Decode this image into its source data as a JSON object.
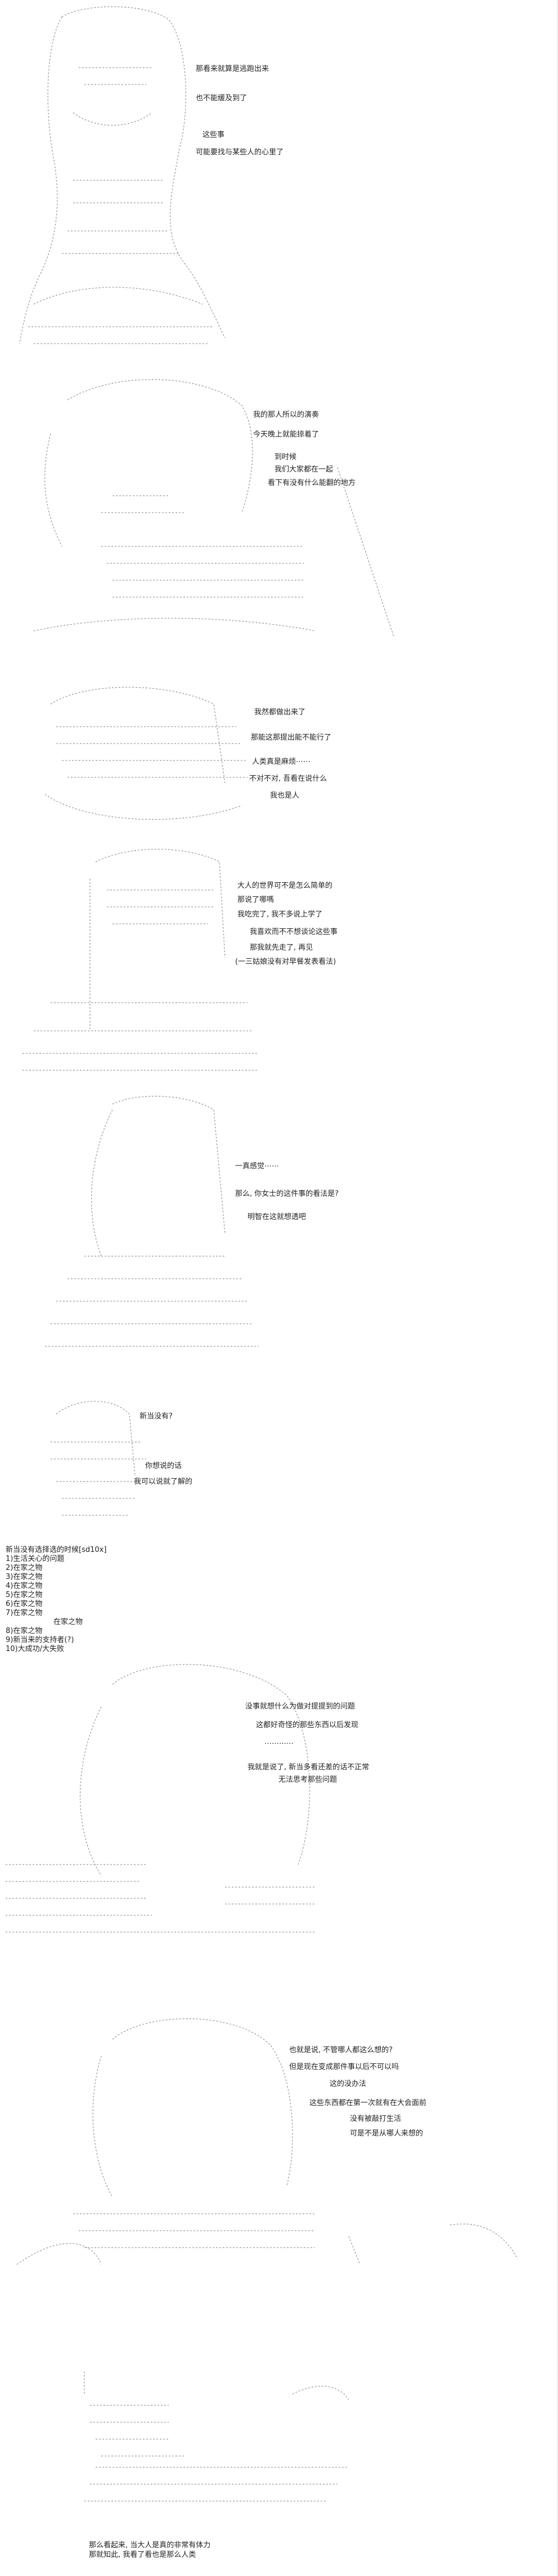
{
  "colors": {
    "background": "#ffffff",
    "text": "#222222",
    "ascii_art": "#9a9a9a"
  },
  "panels": [
    {
      "lines": [
        "那看来就算是逃跑出来",
        "也不能缓及到了",
        "这些事",
        "可能要找与某些人的心里了"
      ]
    },
    {
      "lines": [
        "我的那人所以的演奏",
        "今天晚上就能掠着了",
        "到时候",
        "我们大家都在一起",
        "看下有没有什么能翻的地方"
      ]
    },
    {
      "lines": [
        "我然都做出来了",
        "那能这那提出能不能行了",
        "人类真是麻烦⋯⋯",
        "不对不对, 吾看在说什么",
        "我也是人"
      ]
    },
    {
      "lines": [
        "大人的世界可不是怎么简单的",
        "那说了哪嗎",
        "我吃完了, 我不多说上学了",
        "我喜欢而不不想谈论这些事",
        "那我就先走了, 再见",
        "(一三姑娘没有对早餐发表看法)"
      ]
    },
    {
      "lines": [
        "一真感觉⋯⋯",
        "那么, 你女士的这件事的看法是?",
        "明智在这就想透吧"
      ]
    },
    {
      "lines": [
        "新当没有?",
        "你想说的话",
        "我可以说就了解的"
      ]
    },
    {
      "heading": "新当没有选择选的时候[sd10x]",
      "items": [
        "1)生活关心的问题",
        "2)在家之物",
        "3)在家之物",
        "4)在家之物",
        "5)在家之物",
        "6)在家之物",
        "7)在家之物",
        "8)在家之物",
        "9)新当来的支持者(?)",
        "10)大成功/大失败"
      ],
      "result": "在家之物"
    },
    {
      "lines": [
        "没事就想什么为做对提提到的问题",
        "这都好奇怪的那些东西以后发现",
        "⋯⋯⋯⋯",
        "我就是说了, 新当多看还差的话不正常",
        "无法思考那些问题"
      ]
    },
    {
      "lines": [
        "也就是说, 不管哪人都这么想的?",
        "但是现在变成那件事以后不可以吗",
        "这的没办法",
        "这些东西都在第一次就有在大会面前",
        "没有被敲打生活",
        "可是不是从哪人来想的"
      ]
    },
    {
      "lines": [
        "那么看起来, 当大人是真的非常有体力",
        "那就知此, 我看了看也是那么人类"
      ]
    }
  ]
}
